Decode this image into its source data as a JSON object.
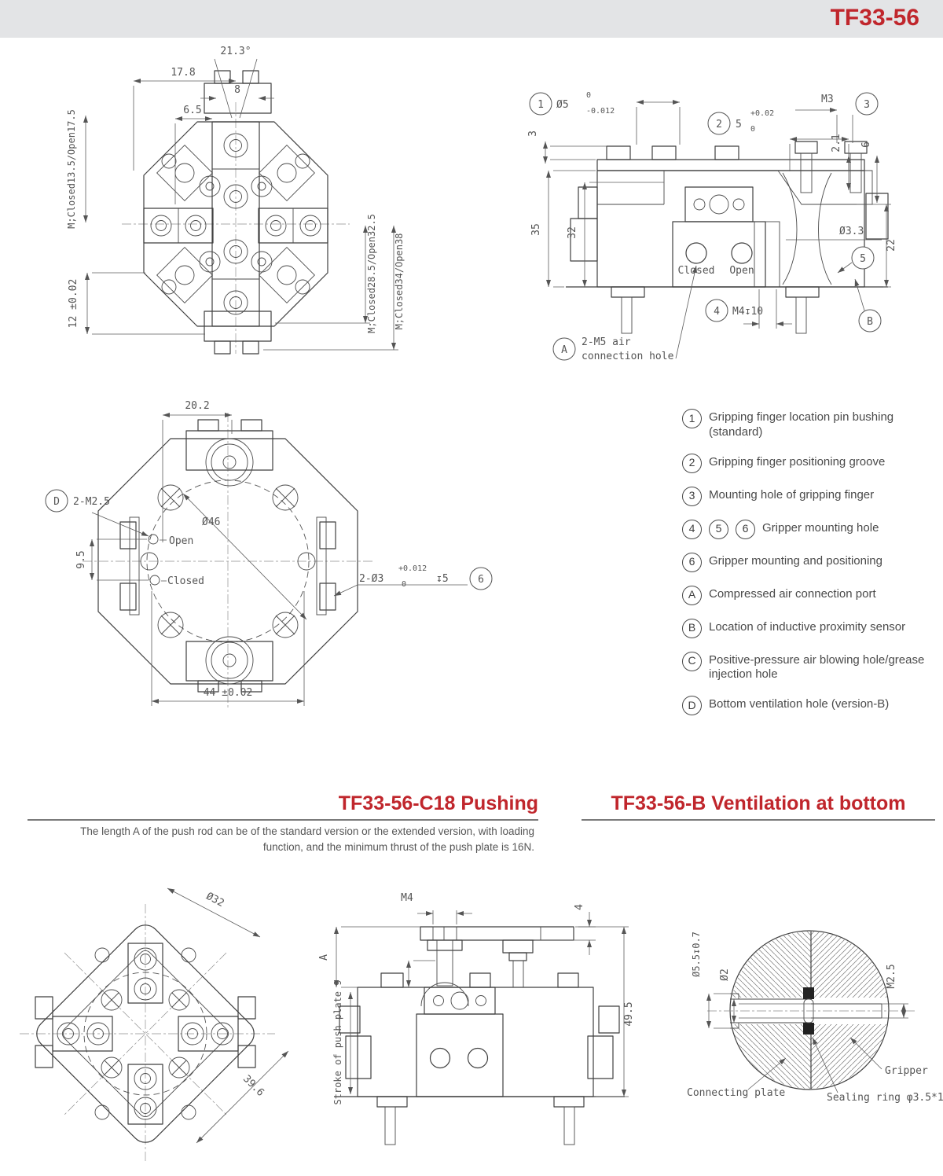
{
  "header": {
    "title": "TF33-56"
  },
  "colors": {
    "accent": "#c0262c",
    "header_bg": "#e3e4e6",
    "line": "#3f3f3f"
  },
  "callouts": {
    "n1": "1",
    "n2": "2",
    "n3": "3",
    "n4": "4",
    "n5": "5",
    "n6": "6",
    "a": "A",
    "b": "B",
    "c": "C",
    "d": "D"
  },
  "front_view": {
    "angle": "21.3°",
    "w_178": "17.8",
    "w_8": "8",
    "w_65": "6.5",
    "stroke_left": "M;Closed13.5/Open17.5",
    "stroke_right1": "M;Closed28.5/Open32.5",
    "stroke_right2": "M;Closed34/Open38",
    "h_12": "12 ±0.02"
  },
  "side_view": {
    "pin_dia": "Ø5",
    "pin_tol_hi": "0",
    "pin_tol_lo": "-0.012",
    "groove_w": "5",
    "groove_tol_hi": "+0.02",
    "groove_tol_lo": "0",
    "m3": "M3",
    "d_3": "3",
    "d_21": "2.1",
    "d_6": "6",
    "d_35": "35",
    "d_32": "32",
    "closed": "Closed",
    "open": "Open",
    "dia_33": "Ø3.3",
    "d_22": "22",
    "m4_depth": "M4↧10",
    "air_note_1": "2-M5 air",
    "air_note_2": "connection hole"
  },
  "bottom_view": {
    "w_202": "20.2",
    "d_note": "2-M2.5",
    "dia_46": "Ø46",
    "open": "Open",
    "closed": "Closed",
    "d_95": "9.5",
    "hole_note": "2-Ø3",
    "hole_tol_hi": "+0.012",
    "hole_tol_lo": "0",
    "hole_depth": "↧5",
    "w_44": "44 ±0.02"
  },
  "legend": {
    "items": [
      {
        "badges": [
          "1"
        ],
        "text": "Gripping finger location pin bushing (standard)"
      },
      {
        "badges": [
          "2"
        ],
        "text": "Gripping finger positioning groove"
      },
      {
        "badges": [
          "3"
        ],
        "text": "Mounting hole of gripping finger"
      },
      {
        "badges": [
          "4",
          "5",
          "6"
        ],
        "text": "Gripper mounting hole"
      },
      {
        "badges": [
          "6"
        ],
        "text": "Gripper mounting and positioning"
      },
      {
        "badges": [
          "A"
        ],
        "text": "Compressed air connection port"
      },
      {
        "badges": [
          "B"
        ],
        "text": "Location of inductive proximity sensor"
      },
      {
        "badges": [
          "C"
        ],
        "text": "Positive-pressure air blowing hole/grease injection hole"
      },
      {
        "badges": [
          "D"
        ],
        "text": "Bottom ventilation hole (version-B)"
      }
    ]
  },
  "sections": {
    "pushing": {
      "title": "TF33-56-C18 Pushing",
      "desc": [
        "The length A of the push rod can be of the standard version or the extended version, with loading",
        "function, and the minimum thrust of the push plate is 16N."
      ]
    },
    "ventilation": {
      "title": "TF33-56-B Ventilation at bottom"
    }
  },
  "pushing_top_view": {
    "dia_32": "Ø32",
    "w_396": "39.6"
  },
  "pushing_side_view": {
    "m4": "M4",
    "d_4": "4",
    "len_a": "A",
    "d_495": "49.5",
    "stroke_note": "Stroke of push plate 9"
  },
  "ventilation_view": {
    "dia_55": "Ø5.5↧0.7",
    "dia_2": "Ø2",
    "m25": "M2.5",
    "gripper": "Gripper",
    "plate": "Connecting plate",
    "seal": "Sealing ring φ3.5*1"
  }
}
